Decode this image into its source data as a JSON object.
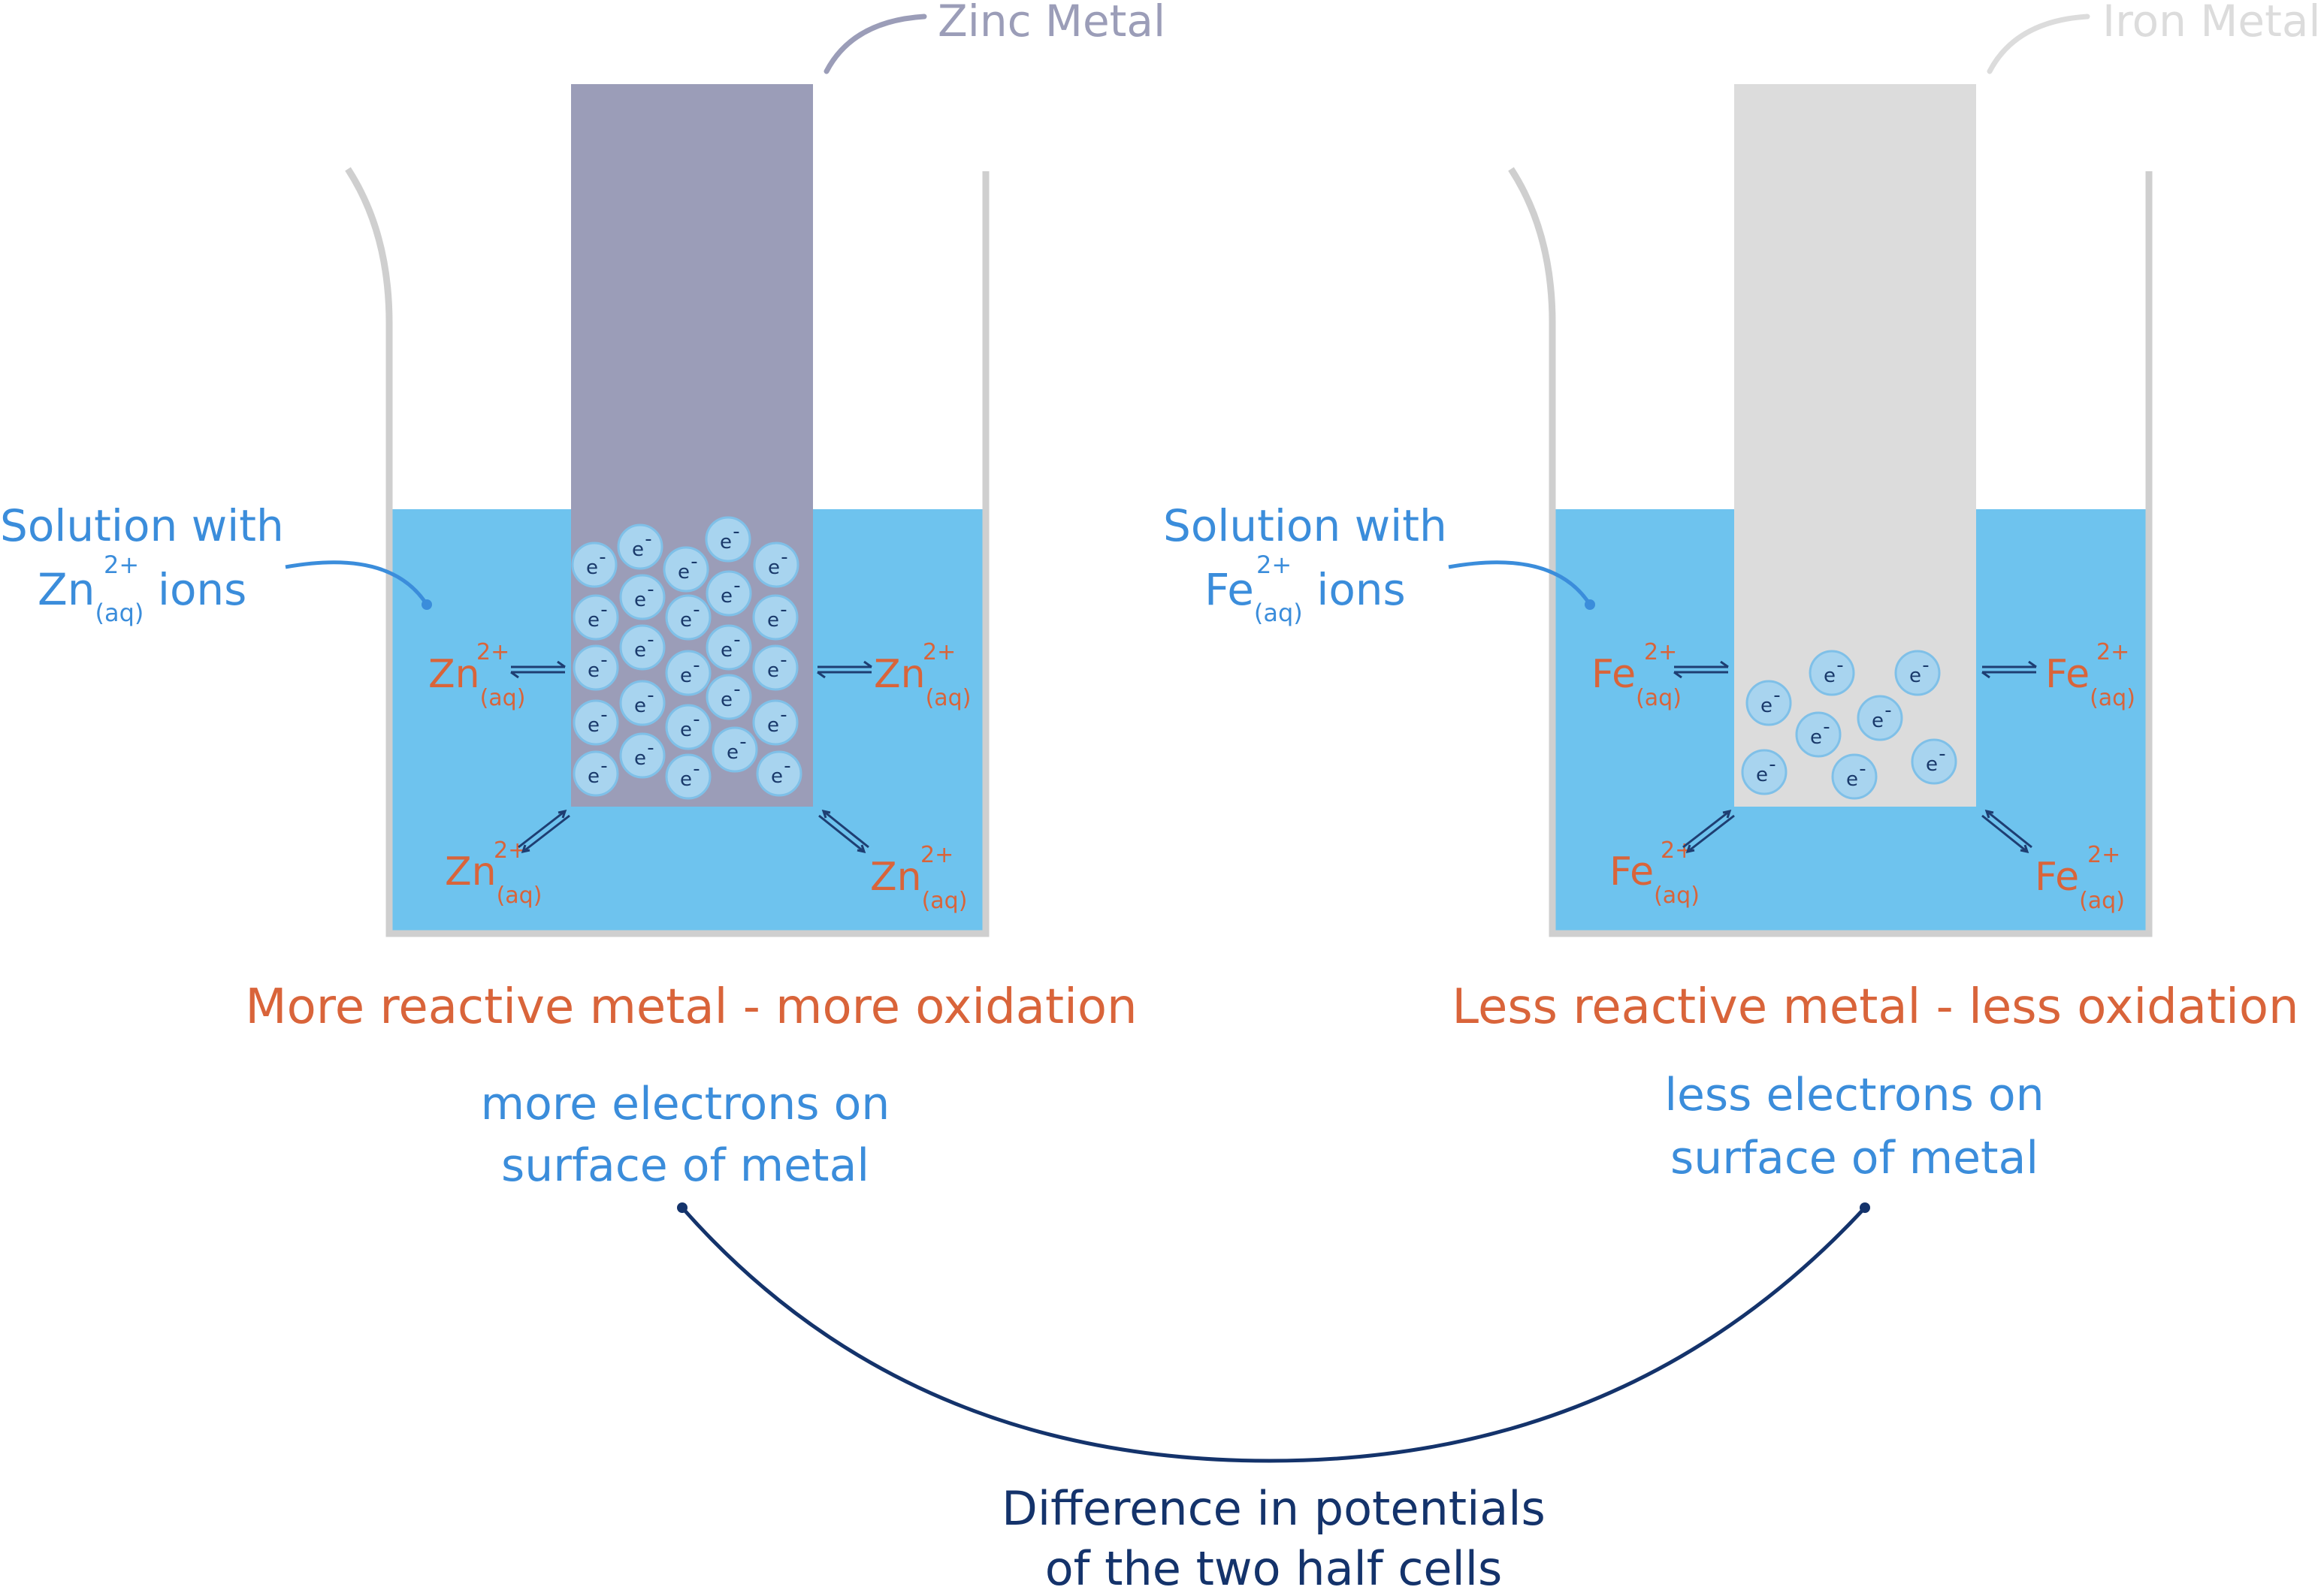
{
  "colors": {
    "solution": "#6ec3ee",
    "beaker": "#cfcfcf",
    "zinc": "#9b9db8",
    "iron": "#dcdcdc",
    "ion_label": "#d9643a",
    "blue_text": "#3b8ddb",
    "navy": "#14336b"
  },
  "left_cell": {
    "metal_label": "Zinc Metal",
    "solution_label": {
      "line1": "Solution with",
      "ion": "Zn",
      "sup": "2+",
      "sub": "(aq)",
      "suffix": " ions"
    },
    "ion": {
      "symbol": "Zn",
      "sup": "2+",
      "sub": "(aq)"
    },
    "heading": "More reactive metal - more oxidation",
    "note": [
      "more electrons on",
      "surface of metal"
    ],
    "electron_symbol": "e",
    "electron_charge": "-"
  },
  "right_cell": {
    "metal_label": "Iron Metal",
    "solution_label": {
      "line1": "Solution with",
      "ion": "Fe",
      "sup": "2+",
      "sub": "(aq)",
      "suffix": " ions"
    },
    "ion": {
      "symbol": "Fe",
      "sup": "2+",
      "sub": "(aq)"
    },
    "heading": "Less reactive metal - less oxidation",
    "note": [
      "less electrons on",
      "surface of metal"
    ],
    "electron_symbol": "e",
    "electron_charge": "-"
  },
  "conclusion": [
    "Difference in potentials",
    "of the two half cells"
  ]
}
